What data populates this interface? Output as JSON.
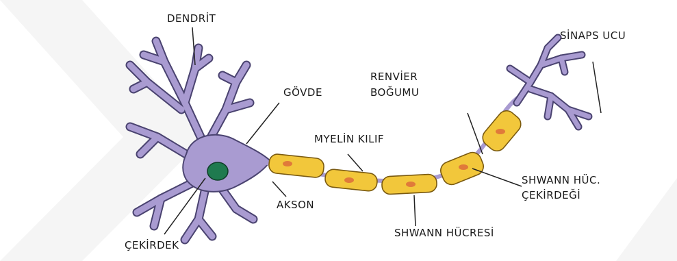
{
  "labels": {
    "dendrit": "DENDRİT",
    "sinaps_ucu": "SİNAPS UCU",
    "renvier_line1": "RENVİER",
    "renvier_line2": "BOĞUMU",
    "govde": "GÖVDE",
    "myelin": "MYELİN KILIF",
    "shwann_huc_line1": "SHWANN HÜC.",
    "shwann_huc_line2": "ÇEKİRDEĞİ",
    "akson": "AKSON",
    "shwann_hucresi": "SHWANN HÜCRESİ",
    "cekirdek": "ÇEKİRDEK"
  },
  "colors": {
    "neuron_body": "#a99bd1",
    "neuron_outline": "#4a4370",
    "nucleus": "#1f7a4f",
    "schwann_cell": "#f2c73b",
    "schwann_outline": "#7a5a10",
    "schwann_nucleus": "#e07a3a"
  }
}
